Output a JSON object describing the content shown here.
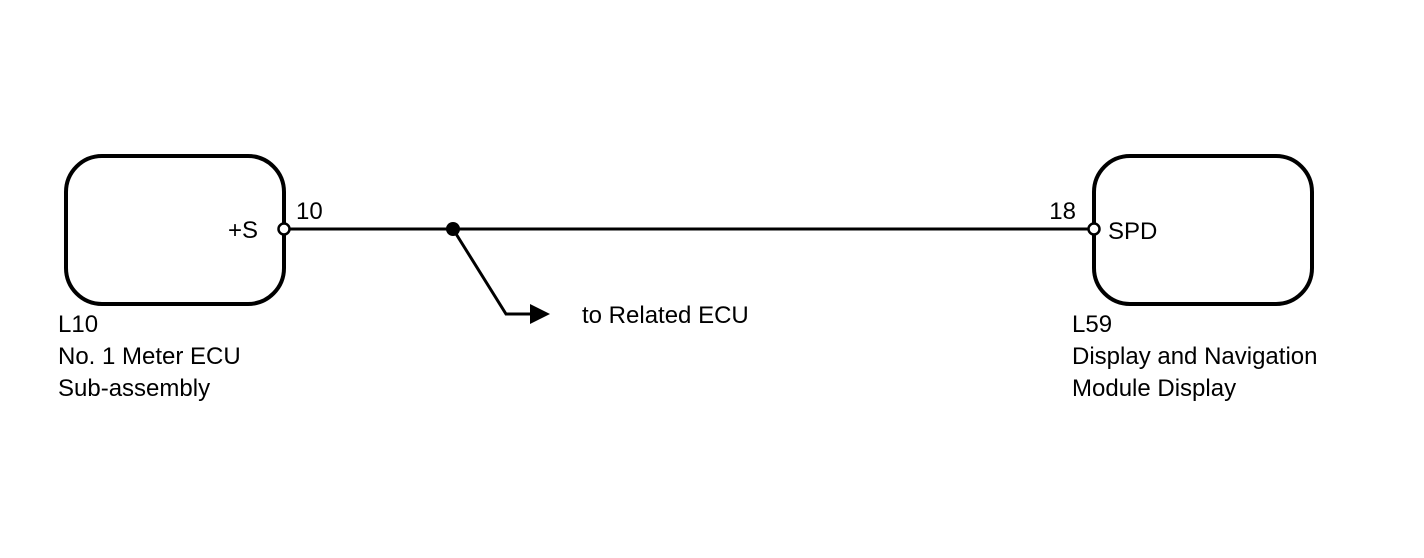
{
  "components": {
    "left": {
      "code": "L10",
      "name_line1": "No. 1 Meter ECU",
      "name_line2": "Sub-assembly",
      "terminal_name": "+S",
      "pin_number": "10"
    },
    "right": {
      "code": "L59",
      "name_line1": "Display and Navigation",
      "name_line2": "Module Display",
      "terminal_name": "SPD",
      "pin_number": "18"
    }
  },
  "branch": {
    "label": "to Related ECU"
  }
}
